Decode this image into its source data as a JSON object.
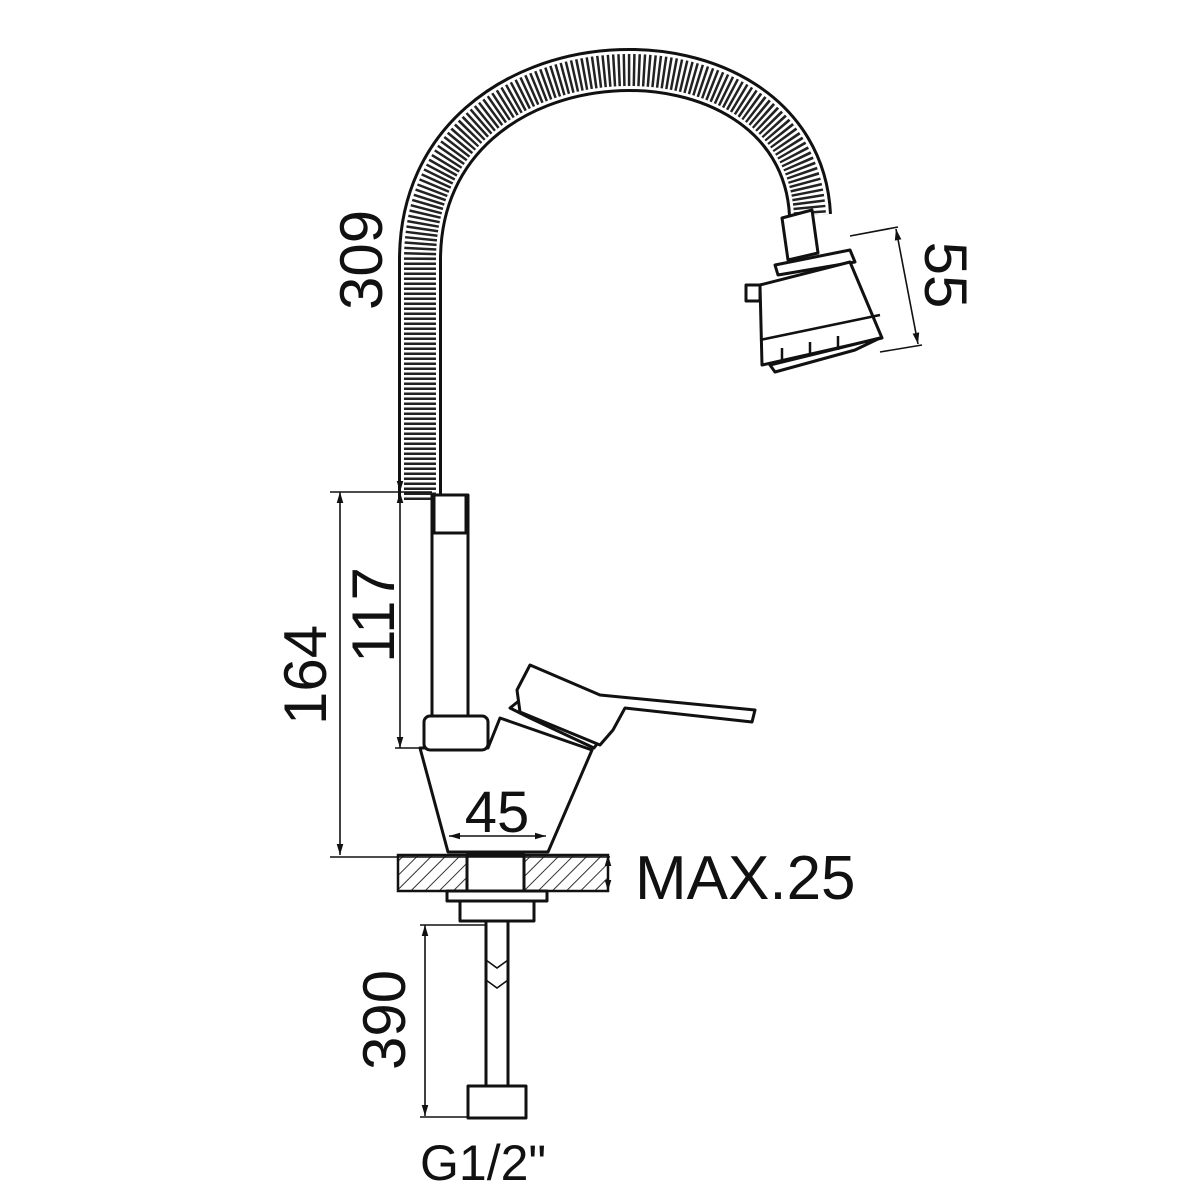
{
  "drawing": {
    "subject": "faucet",
    "dimensions": {
      "hose_length": "309",
      "head_height": "55",
      "total_height": "164",
      "spout_base_height": "117",
      "base_diameter": "45",
      "max_counter_thickness": "MAX.25",
      "supply_hose_length": "390",
      "connection_thread": "G1/2\""
    }
  }
}
